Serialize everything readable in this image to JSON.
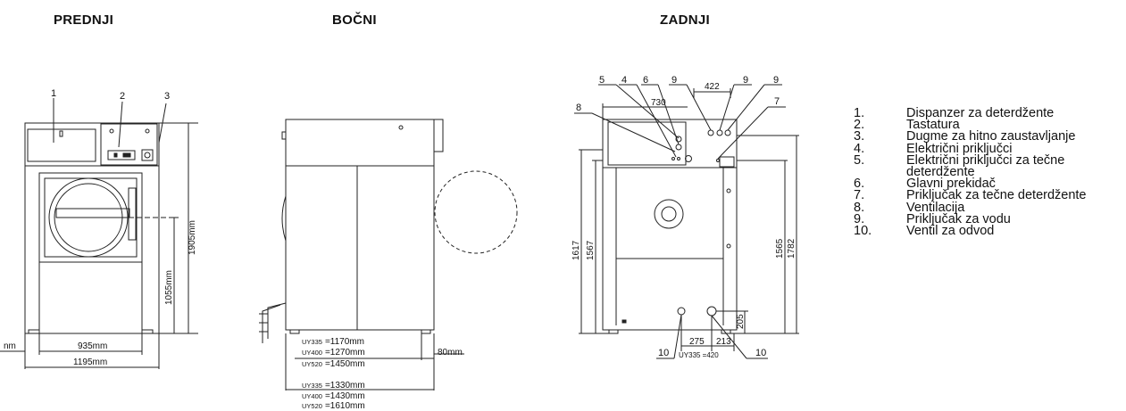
{
  "headings": {
    "front": "PREDNJI",
    "side": "BOČNI",
    "back": "ZADNJI"
  },
  "front_view": {
    "callouts": [
      "1",
      "2",
      "3"
    ],
    "dim_height_total": "1905mm",
    "dim_height_door": "1055mm",
    "dim_width_inner": "935mm",
    "dim_width_total": "1195mm",
    "dim_left_cut": "nm"
  },
  "side_view": {
    "depth_a": [
      {
        "model": "UY335",
        "value": "=1170mm"
      },
      {
        "model": "UY400",
        "value": "=1270mm"
      },
      {
        "model": "UY520",
        "value": "=1450mm"
      }
    ],
    "depth_b": [
      {
        "model": "UY335",
        "value": "=1330mm"
      },
      {
        "model": "UY400",
        "value": "=1430mm"
      },
      {
        "model": "UY520",
        "value": "=1610mm"
      }
    ],
    "dim_back_offset": "80mm"
  },
  "back_view": {
    "callouts": [
      "5",
      "4",
      "6",
      "9",
      "9",
      "9",
      "8",
      "7",
      "10",
      "10"
    ],
    "dim_422": "422",
    "dim_730": "730",
    "dim_1617": "1617",
    "dim_1567": "1567",
    "dim_1565": "1565",
    "dim_1782": "1782",
    "dim_205": "205",
    "dim_275": "275",
    "dim_213": "213",
    "dim_drain": "UY335 =420"
  },
  "legend": [
    {
      "num": "1.",
      "text": "Dispanzer za deterdžente"
    },
    {
      "num": "2.",
      "text": "Tastatura"
    },
    {
      "num": "3.",
      "text": "Dugme za hitno zaustavljanje"
    },
    {
      "num": "4.",
      "text": "Električni priključci"
    },
    {
      "num": "5.",
      "text": "Električni priključci za tečne deterdžente"
    },
    {
      "num": "6.",
      "text": "Glavni prekidač"
    },
    {
      "num": "7.",
      "text": "Priključak za tečne deterdžente"
    },
    {
      "num": "8.",
      "text": "Ventilacija"
    },
    {
      "num": "9.",
      "text": "Priključak za vodu"
    },
    {
      "num": "10.",
      "text": "Ventil za odvod"
    }
  ]
}
